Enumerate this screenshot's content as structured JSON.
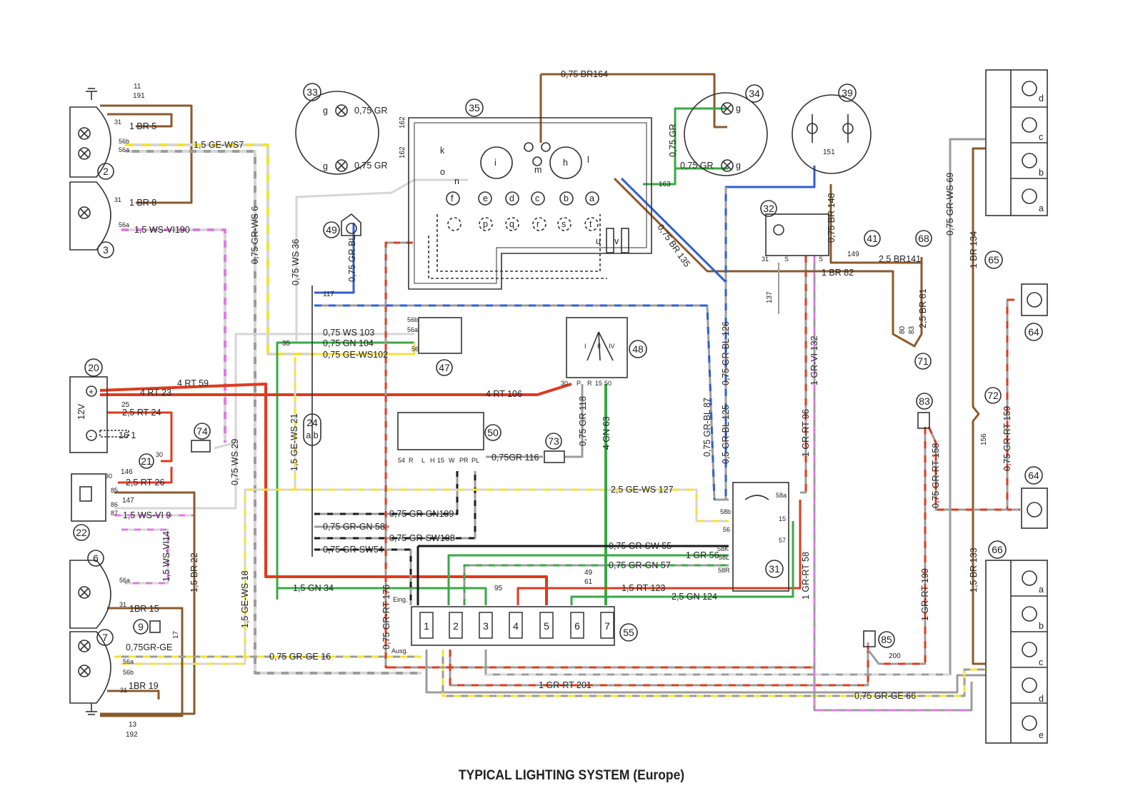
{
  "caption": "TYPICAL LIGHTING SYSTEM (Europe)",
  "colors": {
    "brown": "#8B5A2B",
    "green": "#3aa845",
    "red": "#dd3b1e",
    "blue": "#2f5fd0",
    "grey": "#9c9c9c",
    "yellow": "#f3e23a",
    "violet": "#e07ae6",
    "black": "#1b1b1b",
    "white": "#d6d6d6",
    "line": "#333333"
  },
  "components": {
    "c2": "2",
    "c3": "3",
    "c6": "6",
    "c7": "7",
    "c9": "9",
    "c20": "20",
    "c21": "21",
    "c22": "22",
    "c24": "24",
    "c24ab": "a|b",
    "c31": "31",
    "c32": "32",
    "c33": "33",
    "c34": "34",
    "c35": "35",
    "c39": "39",
    "c41": "41",
    "c47": "47",
    "c48": "48",
    "c49": "49",
    "c50": "50",
    "c55": "55",
    "c64a": "64",
    "c64b": "64",
    "c65": "65",
    "c66": "66",
    "c68": "68",
    "c71": "71",
    "c72": "72",
    "c73": "73",
    "c74": "74",
    "c83": "83",
    "c85": "85"
  },
  "battery": {
    "voltage": "12V",
    "plus": "+",
    "minus": "-"
  },
  "wires": {
    "w11": "11",
    "w191": "191",
    "w1br5": "1 BR 5",
    "w1gews7": "1,5 GE-WS7",
    "w1br8": "1 BR 8",
    "w15wsvi190": "1,5 WS-VI190",
    "w075grws6": "0,75 GR-WS 6",
    "w075ws36": "0,75 WS 36",
    "w075grbl": "0,75 GR BL",
    "w117": "117",
    "w075ws103": "0,75 WS 103",
    "w075gn104": "0,75 GN 104",
    "w075gews102": "0,75 GE-WS102",
    "w35": "35",
    "w4rt59": "4 RT 59",
    "w4rt23": "4 RT 23",
    "w25": "25",
    "w25rt24": "2,5 RT 24",
    "w161": "16 1",
    "w4rt106": "4 RT 106",
    "w15gews21": "1,5 GE-WS 21",
    "w075ws29": "0,75 WS 29",
    "w146": "146",
    "w25rt26": "2,5 RT 26",
    "w147": "147",
    "w15wsvi9": "1,5 WS-VI 9",
    "w15wsvi14": "1,5 WS-VI14",
    "w15br22": "1,5 BR 22",
    "w15gews18": "1,5 GE-WS 18",
    "w1br15": "1BR 15",
    "w17": "17",
    "w075grge": "0,75GR-GE",
    "w1br19": "1BR 19",
    "w13": "13",
    "w192": "192",
    "w075grge16": "0,75 GR-GE 16",
    "w075grgn109": "0,75 GR-GN109",
    "w075grgn58": "0,75 GR-GN 58",
    "w075grsw108": "0,75 GR-SW108",
    "w075grsw54": "0,75 GR-SW54",
    "w15gn34": "1,5 GN 34",
    "w075grrt176": "0,75 GR-RT 176",
    "w075gr116": "0,75GR 116",
    "w075gr118": "0,75 GR 118",
    "w4gn63": "4 GN 63",
    "w25gews127": "2,5 GE-WS 127",
    "w075grsw55": "0,75 GR-SW 55",
    "w1gr56": "1 GR 56",
    "w075grgn57": "0,75 GR-GN 57",
    "w15rt123": "1,5 RT 123",
    "w25gn124": "2,5 GN 124",
    "w95": "95",
    "w49": "49",
    "w61": "61",
    "w1grrt201": "1 GR-RT 201",
    "w075grge66": "0,75 GR-GE 66",
    "w075br164": "0,75 BR164",
    "w075gr_a": "0,75 GR",
    "w075gr_b": "0,75 GR",
    "w162a": "162",
    "w162b": "162",
    "w075gr_c": "0,75 GR",
    "w075gr_d": "0,75 GR",
    "w163": "163",
    "w075br135": "0,75 BR 135",
    "w075grbl126": "0,75 GR-BL 126",
    "w075grbl87": "0,75 GR-BL 87",
    "w05grbl125": "0,5 GR-BL 125",
    "w137": "137",
    "w1br82": "1 BR 82",
    "w075br148": "0,75 BR 148",
    "w151": "151",
    "w149": "149",
    "w25br141": "2,5 BR141",
    "w25br81": "2,5 BR 81",
    "w80": "80",
    "w83": "83",
    "w1grvi132": "1 GR-VI 132",
    "w1grrt96": "1 GR-RT 96",
    "w1grrt58": "1 GR-RT 58",
    "w075grws69": "0,75 GR-WS 69",
    "w1br134": "1 BR 134",
    "w15br133": "1,5 BR 133",
    "w156": "156",
    "w075grrt159": "0,75 GR-RT 159",
    "w075grrt158": "0,75 GR-RT 158",
    "w1grrt199": "1 GR-RT 199",
    "w200": "200"
  },
  "terminals": {
    "t31a": "31",
    "t56b": "56b",
    "t56a": "56a",
    "t31b": "31",
    "t56a2": "56a",
    "t56b2": "56b",
    "t56a3": "56a",
    "t56": "56",
    "t30": "30",
    "t85": "85",
    "t86": "86",
    "t87": "87",
    "t56a4": "56a",
    "t31c": "31",
    "t56a5": "56a",
    "t56b3": "56b",
    "t31d": "31",
    "t58a": "58a",
    "t58b": "58b",
    "t56c": "56",
    "t15": "15",
    "t57": "57",
    "t58k": "58K",
    "t58l": "58L",
    "t58r": "58R",
    "t30b": "30",
    "t31e": "31",
    "t31f": "31",
    "tS1": "S",
    "tS2": "S",
    "t30c": "30",
    "tP": "P",
    "tR": "R",
    "t15b": "15",
    "t50": "50",
    "tI": "I",
    "tII": "II",
    "tIV": "IV",
    "tEing": "Eing.",
    "tAusg": "Ausg.",
    "tA": "a",
    "tB": "b",
    "tC": "c",
    "tD": "d",
    "tE": "e",
    "t54": "54",
    "tRr": "R",
    "tL": "L",
    "tH": "H",
    "t15c": "15",
    "tW": "W",
    "tPR": "PR",
    "tPL": "PL"
  },
  "instrument_letters": {
    "k": "k",
    "o": "o",
    "n": "n",
    "i": "i",
    "h": "h",
    "m": "m",
    "l": "l",
    "f": "f",
    "e": "e",
    "d": "d",
    "c": "c",
    "b": "b",
    "a": "a",
    "p": "p",
    "q": "q",
    "r": "r",
    "s": "s",
    "t": "t",
    "u": "u",
    "v": "v",
    "g1": "g",
    "g2": "g",
    "g3": "g",
    "g4": "g"
  },
  "fuses": [
    "1",
    "2",
    "3",
    "4",
    "5",
    "6",
    "7"
  ],
  "lamp_letters_65": [
    "d",
    "c",
    "b",
    "a"
  ],
  "lamp_letters_66": [
    "a",
    "b",
    "c",
    "d",
    "e"
  ]
}
